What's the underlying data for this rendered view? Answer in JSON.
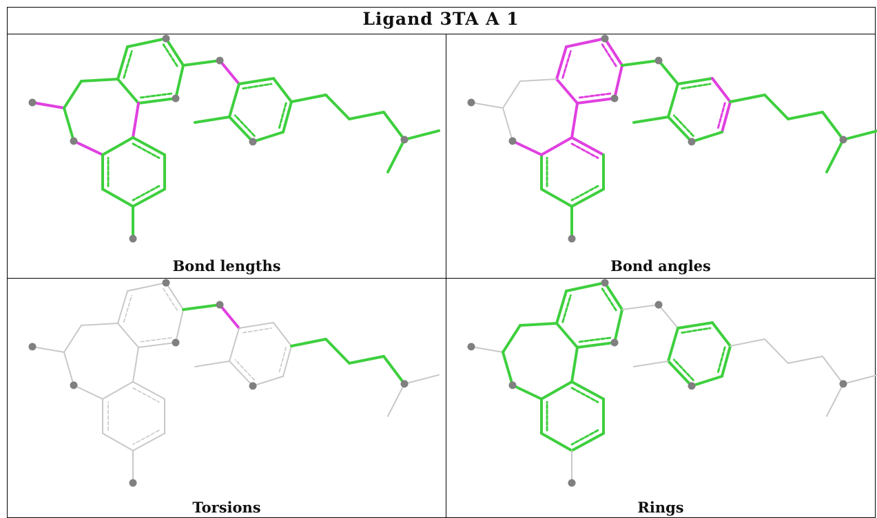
{
  "title": "Ligand 3TA A 1",
  "panels": [
    {
      "id": "bond-lengths",
      "label": "Bond lengths"
    },
    {
      "id": "bond-angles",
      "label": "Bond angles"
    },
    {
      "id": "torsions",
      "label": "Torsions"
    },
    {
      "id": "rings",
      "label": "Rings"
    }
  ],
  "colors": {
    "pass": "#3ecf3e",
    "outlier": "#e040e0",
    "unscored": "#c8c8c8",
    "atom": "#808080",
    "grid": "#000000"
  }
}
